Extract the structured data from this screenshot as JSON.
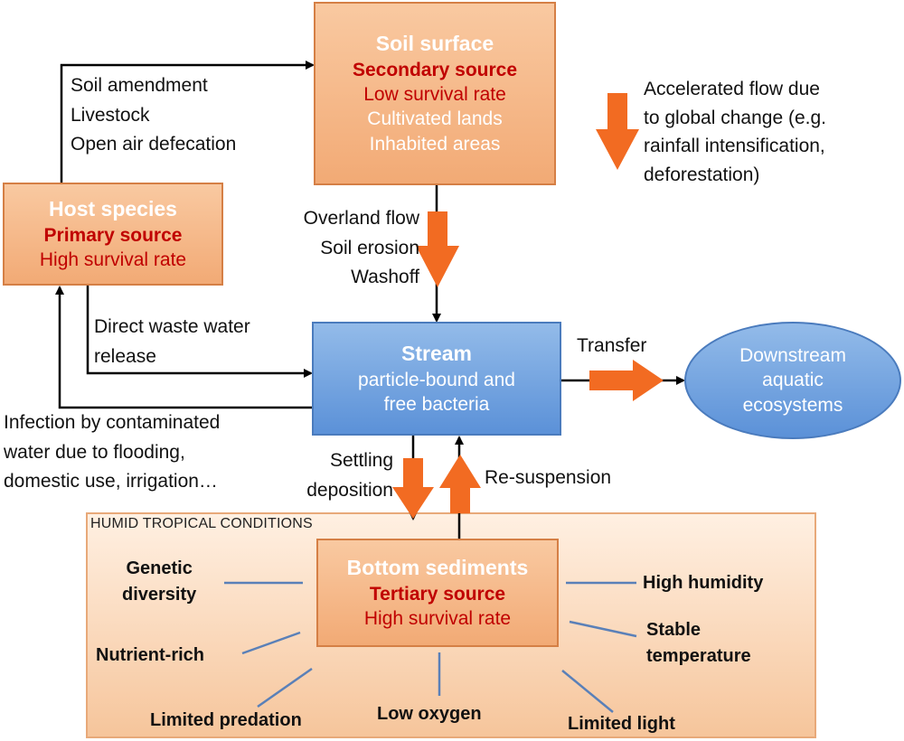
{
  "soil_surface": {
    "title": "Soil surface",
    "source": "Secondary source",
    "lines": [
      "Low survival rate",
      "Cultivated lands",
      "Inhabited areas"
    ]
  },
  "host_species": {
    "title": "Host species",
    "source": "Primary source",
    "survival": "High survival rate"
  },
  "stream": {
    "title": "Stream",
    "lines": [
      "particle-bound and",
      "free bacteria"
    ]
  },
  "downstream": {
    "lines": [
      "Downstream",
      "aquatic",
      "ecosystems"
    ]
  },
  "bottom_sediments": {
    "title": "Bottom sediments",
    "source": "Tertiary source",
    "survival": "High survival rate"
  },
  "humid_zone": {
    "title": "HUMID TROPICAL  CONDITIONS"
  },
  "flow_labels": {
    "host_to_soil": [
      "Soil amendment",
      "Livestock",
      "Open air defecation"
    ],
    "soil_to_stream": [
      "Overland flow",
      "Soil erosion",
      "Washoff"
    ],
    "host_to_stream": [
      "Direct waste water",
      "release"
    ],
    "stream_to_host": [
      "Infection by contaminated",
      "water due to flooding,",
      "domestic use, irrigation…"
    ],
    "transfer": "Transfer",
    "settling": [
      "Settling",
      "deposition"
    ],
    "resuspension": "Re-suspension"
  },
  "legend": [
    "Accelerated flow due",
    "to global change (e.g.",
    "rainfall intensification,",
    "deforestation)"
  ],
  "conditions": {
    "genetic": [
      "Genetic",
      "diversity"
    ],
    "nutrient": "Nutrient-rich",
    "predation": "Limited predation",
    "oxygen": "Low oxygen",
    "light": "Limited light",
    "humidity": "High humidity",
    "temperature": [
      "Stable",
      "temperature"
    ]
  },
  "colors": {
    "orange_fill": "#f2aa75",
    "blue_fill": "#5b91d8",
    "red_text": "#c00000",
    "arrow_orange": "#f26b22",
    "connector_blue": "#5a80b8"
  }
}
